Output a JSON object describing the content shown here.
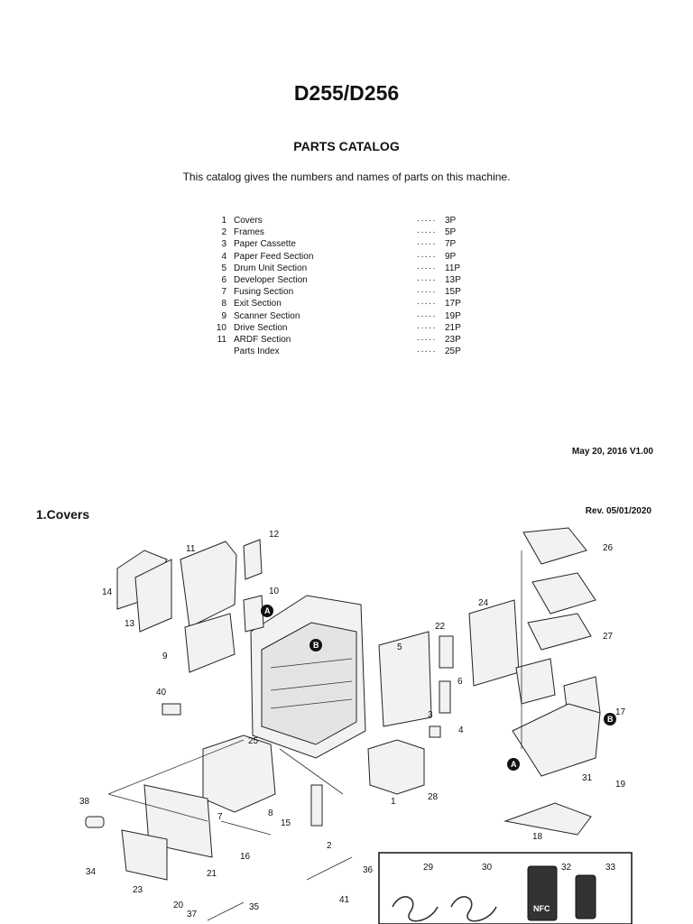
{
  "header": {
    "title": "D255/D256",
    "subtitle": "PARTS CATALOG",
    "intro": "This catalog gives the numbers and names of parts on this machine."
  },
  "toc": [
    {
      "num": "1",
      "label": "Covers",
      "dots": "·····",
      "page": "3P"
    },
    {
      "num": "2",
      "label": "Frames",
      "dots": "·····",
      "page": "5P"
    },
    {
      "num": "3",
      "label": "Paper Cassette",
      "dots": "·····",
      "page": "7P"
    },
    {
      "num": "4",
      "label": "Paper Feed Section",
      "dots": "·····",
      "page": "9P"
    },
    {
      "num": "5",
      "label": "Drum Unit Section",
      "dots": "·····",
      "page": "11P"
    },
    {
      "num": "6",
      "label": "Developer Section",
      "dots": "·····",
      "page": "13P"
    },
    {
      "num": "7",
      "label": "Fusing Section",
      "dots": "·····",
      "page": "15P"
    },
    {
      "num": "8",
      "label": "Exit Section",
      "dots": "·····",
      "page": "17P"
    },
    {
      "num": "9",
      "label": "Scanner Section",
      "dots": "·····",
      "page": "19P"
    },
    {
      "num": "10",
      "label": "Drive Section",
      "dots": "·····",
      "page": "21P"
    },
    {
      "num": "11",
      "label": "ARDF Section",
      "dots": "·····",
      "page": "23P"
    },
    {
      "num": "",
      "label": "Parts Index",
      "dots": "·····",
      "page": "25P"
    }
  ],
  "date": "May 20, 2016 V1.00",
  "section": {
    "title": "1.Covers",
    "revision": "Rev. 05/01/2020"
  },
  "diagram": {
    "callouts": [
      "12",
      "11",
      "14",
      "10",
      "13",
      "9",
      "40",
      "25",
      "38",
      "34",
      "23",
      "20",
      "37",
      "21",
      "16",
      "7",
      "8",
      "15",
      "2",
      "36",
      "41",
      "35",
      "5",
      "22",
      "6",
      "3",
      "4",
      "1",
      "28",
      "24",
      "26",
      "27",
      "17",
      "31",
      "19",
      "18",
      "29",
      "30",
      "32",
      "33"
    ],
    "badges": [
      "A",
      "B"
    ],
    "nfc_label": "NFC"
  }
}
